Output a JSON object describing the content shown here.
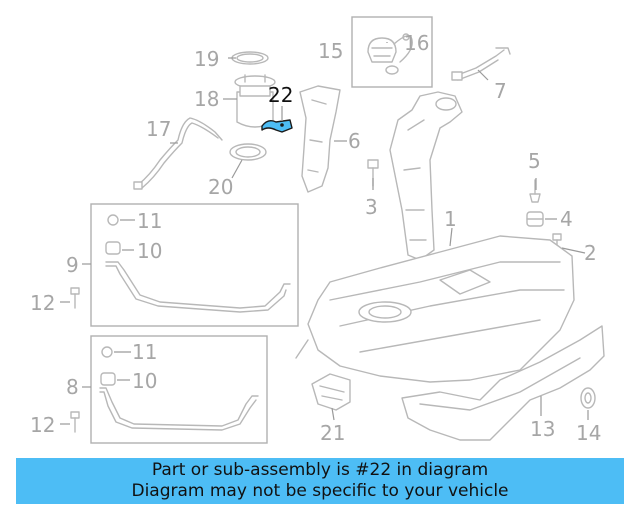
{
  "diagram": {
    "callouts": {
      "c1": "1",
      "c2": "2",
      "c3": "3",
      "c4": "4",
      "c5": "5",
      "c6": "6",
      "c7": "7",
      "c8": "8",
      "c9": "9",
      "c10a": "10",
      "c10b": "10",
      "c11a": "11",
      "c11b": "11",
      "c12a": "12",
      "c12b": "12",
      "c13": "13",
      "c14": "14",
      "c15": "15",
      "c16": "16",
      "c17": "17",
      "c18": "18",
      "c19": "19",
      "c20": "20",
      "c21": "21",
      "c22": "22"
    },
    "highlight_color": "#4dbdf5",
    "part_color": "#b8b8b8"
  },
  "banner": {
    "line1": "Part or sub-assembly is #22 in diagram",
    "line2": "Diagram may not be specific to your vehicle",
    "background": "#4dbdf5"
  }
}
